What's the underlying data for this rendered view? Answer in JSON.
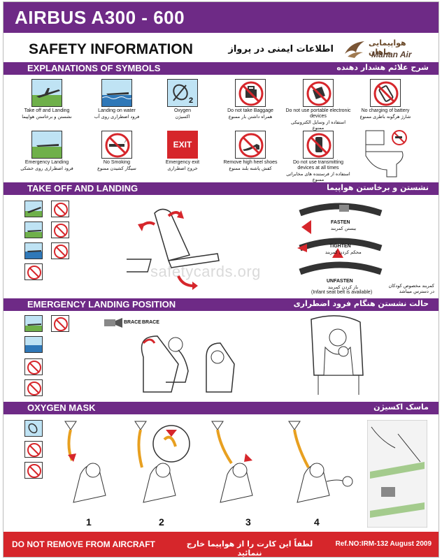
{
  "header": {
    "title": "AIRBUS A300 - 600",
    "subtitle": "SAFETY INFORMATION",
    "subtitle_fa": "اطلاعات ایمنی در پرواز"
  },
  "logo": {
    "name_fa": "هواپیمایی ماهان",
    "name_en": "Mahan Air"
  },
  "sections": {
    "symbols": {
      "title": "EXPLANATIONS OF SYMBOLS",
      "title_fa": "شرح علائم هشدار دهنده"
    },
    "takeoff": {
      "title": "TAKE OFF AND LANDING",
      "title_fa": "نشستن و برخاستن هواپیما"
    },
    "emergency": {
      "title": "EMERGENCY LANDING POSITION",
      "title_fa": "حالت نشستن هنگام فرود اضطراری"
    },
    "oxygen": {
      "title": "OXYGEN MASK",
      "title_fa": "ماسک اکسیژن"
    }
  },
  "symbols": [
    {
      "en": "Take off and Landing",
      "fa": "نشستن و برخاستن هواپیما",
      "icon": "takeoff-icon"
    },
    {
      "en": "Landing on water",
      "fa": "فرود اضطراری روی آب",
      "icon": "water-landing-icon"
    },
    {
      "en": "Oxygen",
      "fa": "اکسیژن",
      "icon": "oxygen-icon"
    },
    {
      "en": "Do not take Baggage",
      "fa": "همراه داشتن بار ممنوع",
      "icon": "no-baggage-icon"
    },
    {
      "en": "Do not use portable electronic devices",
      "fa": "استفاده از وسایل الکترونیکی ممنوع",
      "icon": "no-electronics-icon"
    },
    {
      "en": "No charging of battery",
      "fa": "شارژ هرگونه باطری ممنوع",
      "icon": "no-charging-icon"
    },
    {
      "en": "Emergency Landing",
      "fa": "فرود اضطراری روی خشکی",
      "icon": "emergency-landing-icon"
    },
    {
      "en": "No Smoking",
      "fa": "سیگار کشیدن ممنوع",
      "icon": "no-smoking-icon"
    },
    {
      "en": "Emergency exit",
      "fa": "خروج اضطراری",
      "icon": "exit-icon"
    },
    {
      "en": "Remove high heel shoes",
      "fa": "کفش پاشنه بلند ممنوع",
      "icon": "no-heels-icon"
    },
    {
      "en": "Do not use transmitting devices at all times",
      "fa": "استفاده از فرستنده های مخابراتی ممنوع",
      "icon": "no-phone-icon"
    }
  ],
  "exit_sign": "EXIT",
  "oxygen_sub": "2",
  "seatbelt": {
    "fasten": "FASTEN",
    "fasten_fa": "ببستن کمربند",
    "tighten": "TIGHTEN",
    "tighten_fa": "محکم کردن کمربند",
    "unfasten": "UNFASTEN",
    "unfasten_fa": "باز کردن کمربند",
    "infant": "(Infant seat belt is available)",
    "infant_fa": "کمربند مخصوص کودکان در دسترس میباشد"
  },
  "brace_labels": [
    "BRACE",
    "BRACE"
  ],
  "watermark": "safetycards.org",
  "oxygen_steps": [
    "1",
    "2",
    "3",
    "4"
  ],
  "footer": {
    "warning": "DO NOT REMOVE FROM AIRCRAFT",
    "warning_fa": "لطفاً این کارت را از هواپیما خارج ننمائید",
    "ref": "Ref.NO:IRM-132 August 2009"
  },
  "colors": {
    "brand_purple": "#6e2a86",
    "alert_red": "#d6262b",
    "accent_orange": "#e8a020"
  }
}
